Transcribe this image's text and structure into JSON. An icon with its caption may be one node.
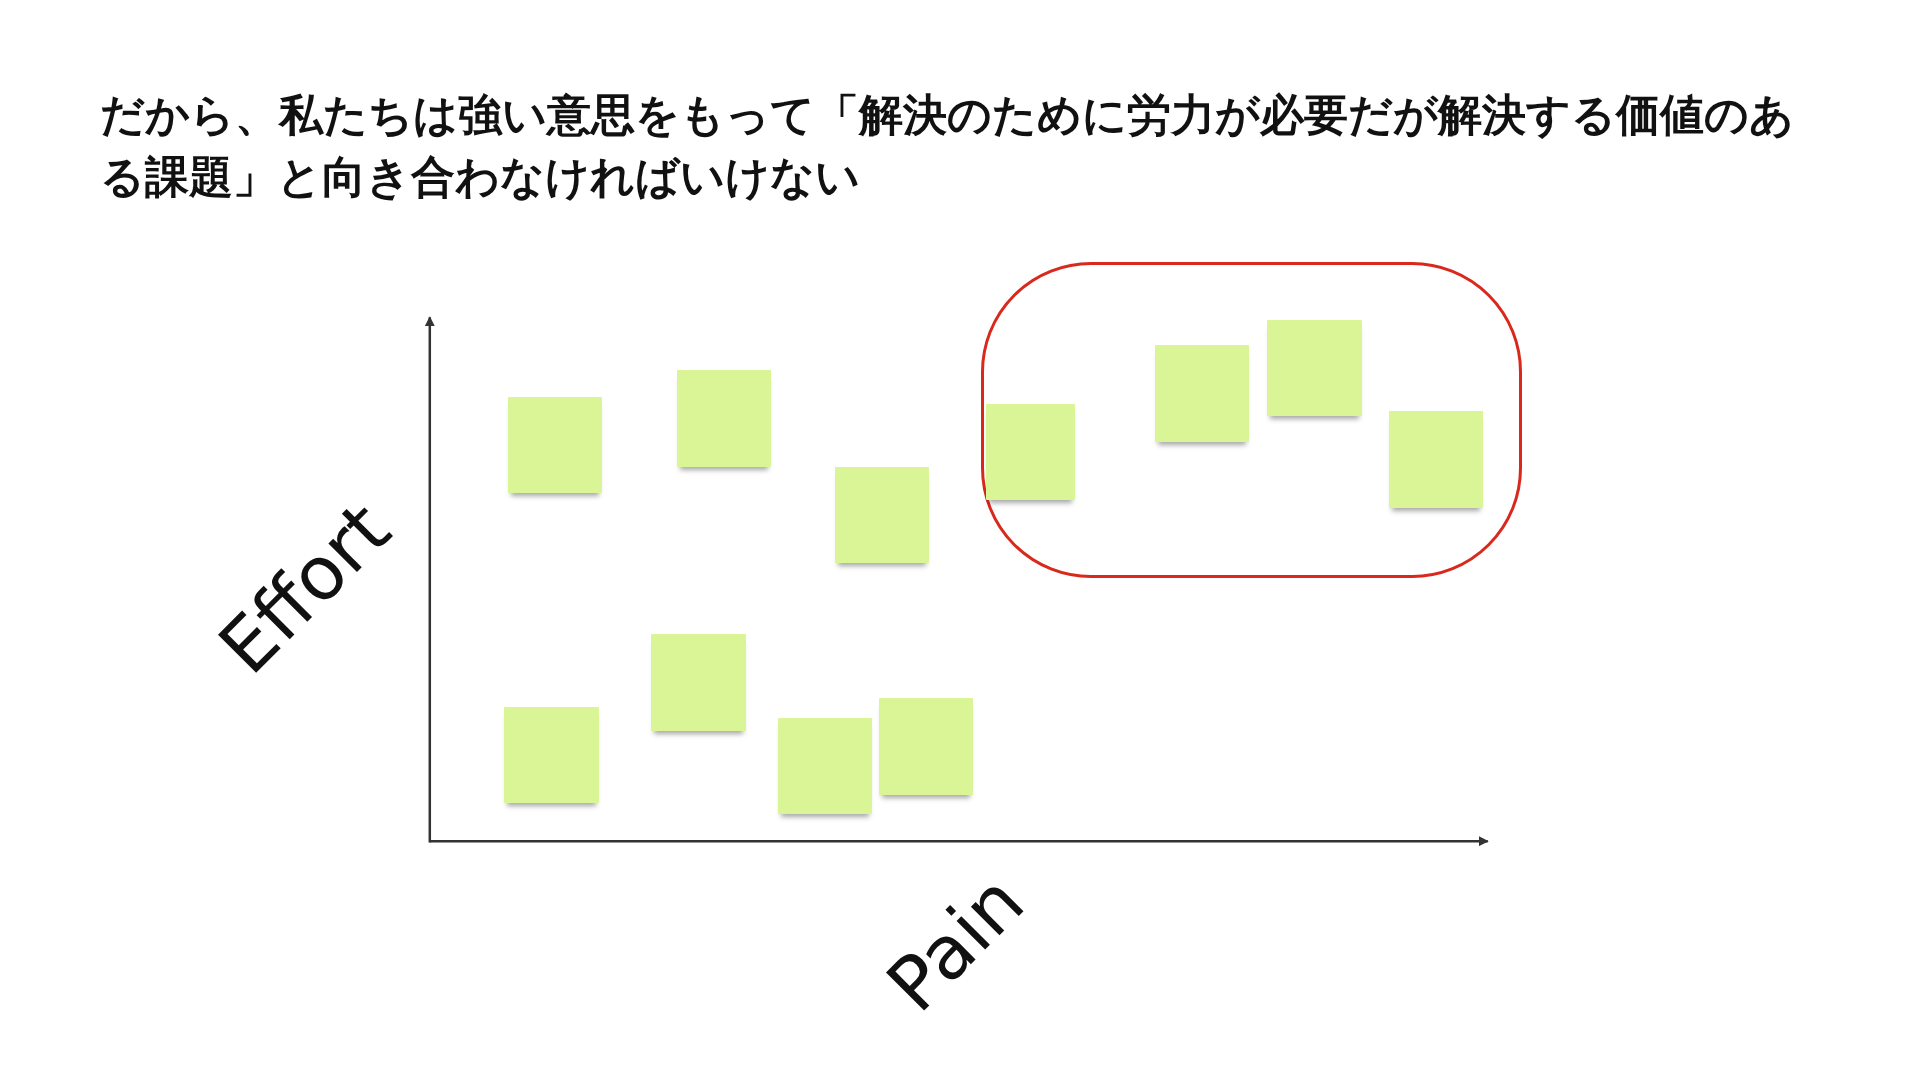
{
  "diagram": {
    "title": "だから、私たちは強い意思をもって「解決のために労力が必要だが解決する価値のある課題」と向き合わなければいけない",
    "nodes": [
      {
        "text": [],
        "shape": "box"
      },
      {
        "text": [],
        "shape": "box"
      },
      {
        "text": [],
        "shape": "box"
      },
      {
        "text": [],
        "shape": "box"
      },
      {
        "text": [],
        "shape": "box"
      },
      {
        "text": [],
        "shape": "box"
      },
      {
        "text": [],
        "shape": "box"
      },
      {
        "text": [],
        "shape": "box"
      },
      {
        "text": [],
        "shape": "box",
        "in": 7
      },
      {
        "text": [],
        "shape": "box",
        "in": 7
      },
      {
        "text": [],
        "shape": "box",
        "in": 7
      },
      {
        "text": [],
        "shape": "box",
        "in": 7
      }
    ],
    "labels": [
      "Effort",
      "Pain"
    ]
  }
}
